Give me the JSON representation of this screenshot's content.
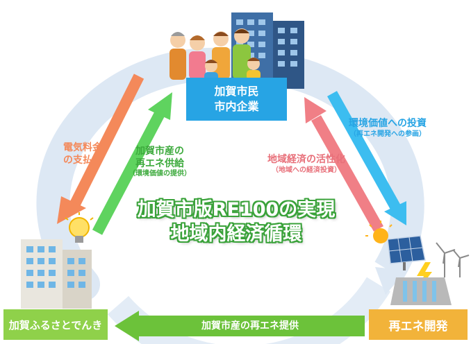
{
  "top_box": {
    "line1": "加賀市民",
    "line2": "市内企業",
    "color": "#27a4e4"
  },
  "left_box": {
    "label": "加賀ふるさとでんき",
    "color": "#8fd14a"
  },
  "right_box": {
    "label": "再エネ開発",
    "color": "#f2b33a"
  },
  "center": {
    "line1": "加賀市版RE100の実現",
    "line2": "地域内経済循環"
  },
  "arrows": {
    "electricity_payment": {
      "line1": "電気料金",
      "line2": "の支払い",
      "color": "#f4895a"
    },
    "re_supply_to_citizens": {
      "line1": "加賀市産の",
      "line2": "再エネ供給",
      "sub": "（環境価値の提供）",
      "color": "#5fd35f"
    },
    "environmental_investment": {
      "line1": "環境価値への投資",
      "sub": "（再エネ開発への参画）",
      "color": "#3cbdf0"
    },
    "regional_economy": {
      "line1": "地域経済の活性化",
      "sub": "（地域への経済投資）",
      "color": "#f07f86"
    },
    "re_provision": {
      "label": "加賀市産の再エネ提供",
      "color": "#6cc23a"
    }
  },
  "icons": [
    "family-icon",
    "office-building-icon",
    "power-company-building-icon",
    "light-bulb-icon",
    "solar-panel-icon",
    "wind-turbine-icon",
    "dam-icon",
    "sun-icon",
    "lightning-icon"
  ]
}
